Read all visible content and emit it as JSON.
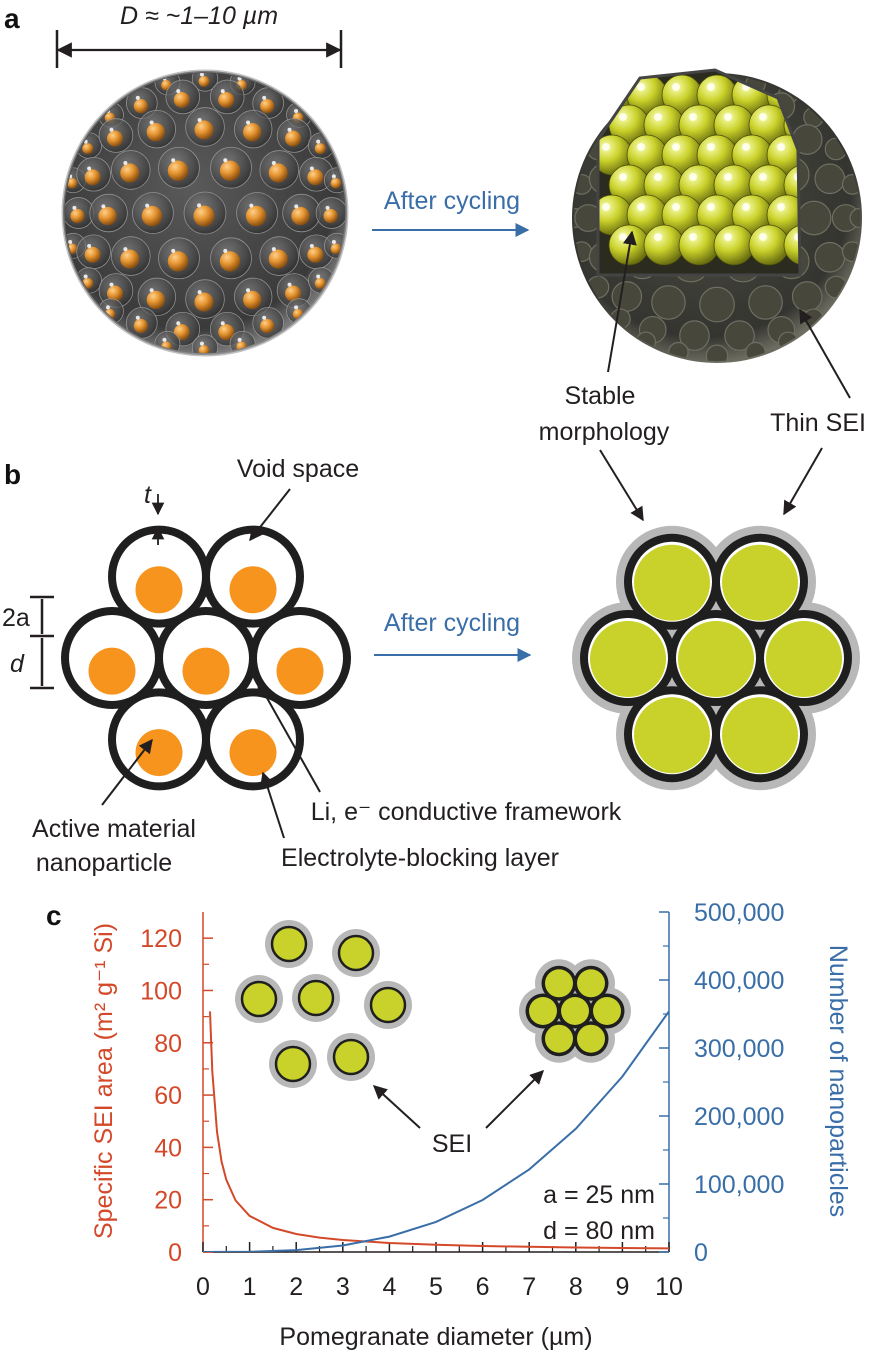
{
  "panels": {
    "a": "a",
    "b": "b",
    "c": "c"
  },
  "panel_a": {
    "diameter_label": "D ≈ ~1–10 µm",
    "arrow_label": "After cycling",
    "stable_label_line1": "Stable",
    "stable_label_line2": "morphology",
    "thin_sei_label": "Thin SEI"
  },
  "panel_b": {
    "t_label": "t",
    "void_label": "Void space",
    "label_2a": "2a",
    "label_d": "d",
    "arrow_label": "After cycling",
    "active_line1": "Active material",
    "active_line2": "nanoparticle",
    "framework_label": "Li, e⁻ conductive framework",
    "blocking_label": "Electrolyte-blocking layer"
  },
  "chart_data": {
    "type": "line",
    "xlabel": "Pomegranate diameter (µm)",
    "ylabel": "Specific SEI area (m² g⁻¹ Si)",
    "y2label": "Number of nanoparticles",
    "xlim": [
      0,
      10
    ],
    "ylim": [
      0,
      130
    ],
    "y2lim": [
      0,
      500000
    ],
    "x_ticks": [
      "0",
      "1",
      "2",
      "3",
      "4",
      "5",
      "6",
      "7",
      "8",
      "9",
      "10"
    ],
    "y_ticks": [
      "0",
      "20",
      "40",
      "60",
      "80",
      "100",
      "120"
    ],
    "y2_ticks": [
      "0",
      "100,000",
      "200,000",
      "300,000",
      "400,000",
      "500,000"
    ],
    "series": [
      {
        "axis": "left",
        "color": "#d3492a",
        "x": [
          0.15,
          0.2,
          0.3,
          0.4,
          0.5,
          0.7,
          1,
          1.5,
          2,
          2.5,
          3,
          4,
          5,
          6,
          7,
          8,
          9,
          10
        ],
        "y": [
          92,
          69,
          46,
          34.5,
          27.6,
          19.7,
          13.8,
          9.2,
          6.9,
          5.5,
          4.6,
          3.45,
          2.76,
          2.3,
          1.97,
          1.73,
          1.53,
          1.38
        ]
      },
      {
        "axis": "right",
        "color": "#3a6ea8",
        "x": [
          0,
          1,
          2,
          3,
          4,
          5,
          6,
          7,
          8,
          9,
          10
        ],
        "y": [
          0,
          354,
          2830,
          9560,
          22660,
          44250,
          76460,
          121420,
          181240,
          258050,
          353980
        ]
      }
    ],
    "annotations": {
      "sei_label": "SEI",
      "a_text": "a = 25 nm",
      "d_text": "d = 80 nm"
    }
  },
  "colors": {
    "active_orange": "#f7941d",
    "lithiated_yellow": "#c8d22a",
    "shell_black": "#1f1f1f",
    "sei_gray": "#b8b8b8",
    "accent_blue": "#3a6ea8",
    "accent_red": "#d3492a"
  }
}
